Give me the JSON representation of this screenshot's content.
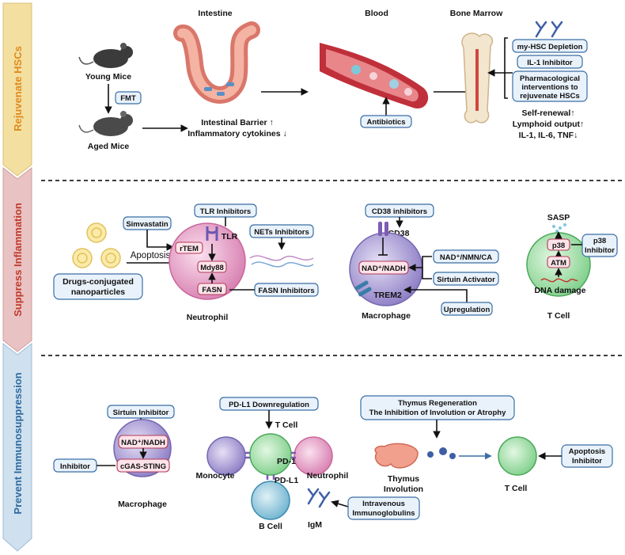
{
  "sections": {
    "rejuvenate": "Rejuvenate HSCs",
    "suppress": "Suppress Inflammation",
    "prevent": "Prevent Immunosuppression"
  },
  "section_colors": {
    "rejuvenate": "#f3dfa0",
    "rejuvenate_text": "#e08a1e",
    "suppress": "#e9c3c3",
    "suppress_text": "#c0392b",
    "prevent": "#cfe0ef",
    "prevent_text": "#2e6a9e"
  },
  "top": {
    "intestine_title": "Intestine",
    "blood_title": "Blood",
    "bone_marrow_title": "Bone Marrow",
    "young_mice": "Young Mice",
    "fmt": "FMT",
    "aged_mice": "Aged Mice",
    "intestinal_barrier": "Intestinal Barrier ↑",
    "inflammatory_cytokines": "Inflammatory cytokines ↓",
    "antibiotics": "Antibiotics",
    "myhsc_depletion": "my-HSC Depletion",
    "il1_inhibitor": "IL-1 Inhibitor",
    "pharma_line1": "Pharmacological",
    "pharma_line2": "interventions to",
    "pharma_line3": "rejuvenate HSCs",
    "self_renewal": "Self-renewal↑",
    "lymphoid_output": "Lymphoid output↑",
    "il_tnf": "IL-1, IL-6, TNF↓"
  },
  "middle": {
    "simvastatin": "Simvastatin",
    "tlr_inhibitors": "TLR Inhibitors",
    "tlr": "TLR",
    "nets_inhibitors": "NETs Inhibitors",
    "rtem": "rTEM",
    "mdy88": "Mdy88",
    "fasn": "FASN",
    "apoptosis": "Apoptosis",
    "drugs_line1": "Drugs-conjugated",
    "drugs_line2": "nanoparticles",
    "fasn_inhibitors": "FASN Inhibitors",
    "neutrophil": "Neutrophil",
    "cd38_inhibitors": "CD38 inhibitors",
    "cd38": "CD38",
    "nad_nadh": "NAD⁺/NADH",
    "nad_nmn_ca": "NAD⁺/NMN/CA",
    "sirtuin_activator": "Sirtuin Activator",
    "trem2": "TREM2",
    "upregulation": "Upregulation",
    "macrophage": "Macrophage",
    "sasp": "SASP",
    "p38": "p38",
    "atm": "ATM",
    "p38_inhibitor_line1": "p38",
    "p38_inhibitor_line2": "Inhibitor",
    "dna_damage": "DNA damage",
    "t_cell": "T Cell"
  },
  "bottom": {
    "sirtuin_inhibitor": "Sirtuin Inhibitor",
    "nad_nadh": "NAD⁺/NADH",
    "cgas_sting": "cGAS-STING",
    "inhibitor": "Inhibitor",
    "macrophage": "Macrophage",
    "pdl1_down": "PD-L1 Downregulation",
    "t_cell": "T Cell",
    "pd1": "PD-1",
    "pdl1": "PD-L1",
    "monocyte": "Monocyte",
    "neutrophil": "Neutrophil",
    "b_cell": "B Cell",
    "igm": "IgM",
    "ivig_line1": "Intravenous",
    "ivig_line2": "Immunoglobulins",
    "thymus_line1": "Thymus Regeneration",
    "thymus_line2": "The Inhibition of Involution or Atrophy",
    "thymus_involution_line1": "Thymus",
    "thymus_involution_line2": "Involution",
    "t_cell_right": "T Cell",
    "apoptosis_inh_line1": "Apoptosis",
    "apoptosis_inh_line2": "Inhibitor"
  }
}
